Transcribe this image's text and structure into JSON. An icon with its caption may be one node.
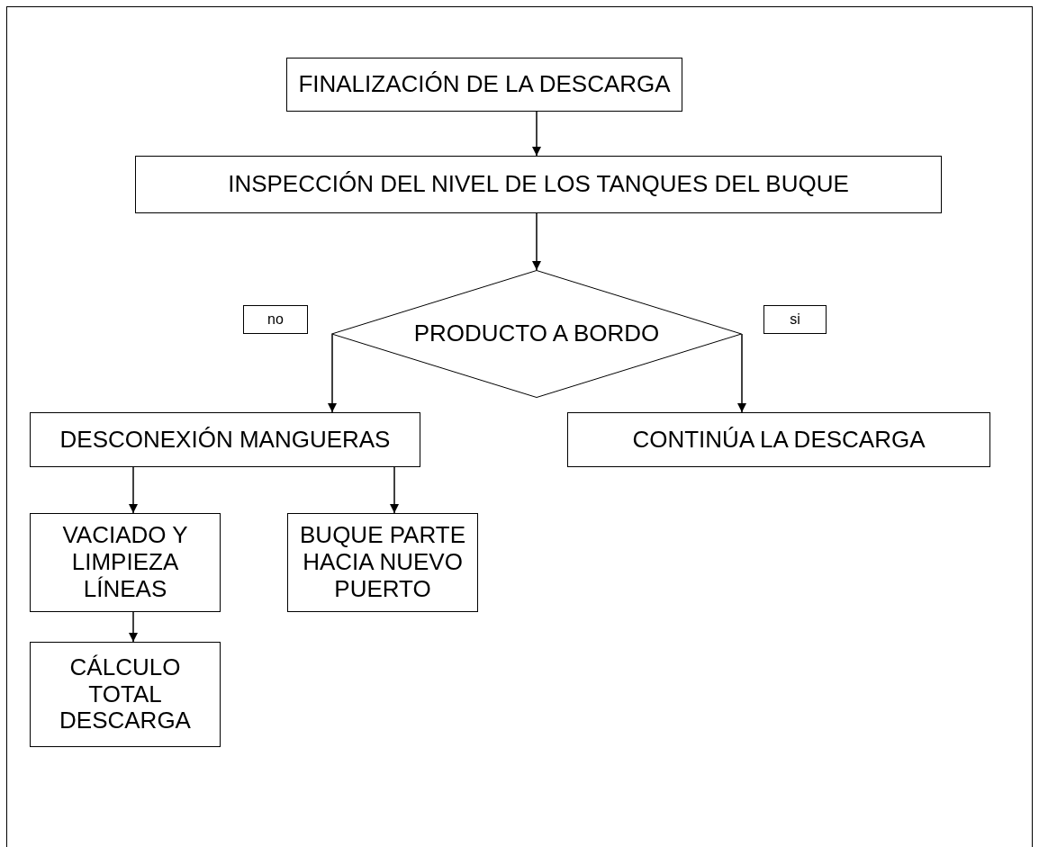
{
  "diagram": {
    "nodes": [
      {
        "text": [
          "FINALIZACIÓN DE LA DESCARGA"
        ]
      },
      {
        "text": [
          "INSPECCIÓN DEL NIVEL DE LOS TANQUES DEL BUQUE"
        ]
      },
      {
        "text": [
          "PRODUCTO A BORDO"
        ]
      },
      {
        "text": [
          "no"
        ]
      },
      {
        "text": [
          "si"
        ]
      },
      {
        "text": [
          "DESCONEXIÓN MANGUERAS"
        ]
      },
      {
        "text": [
          "CONTINÚA LA DESCARGA"
        ]
      },
      {
        "text": [
          "VACIADO Y LIMPIEZA LÍNEAS"
        ]
      },
      {
        "text": [
          "BUQUE PARTE HACIA NUEVO PUERTO"
        ]
      },
      {
        "text": [
          "CÁLCULO TOTAL DESCARGA"
        ]
      }
    ],
    "edges": [
      {
        "from": 0,
        "to": 1,
        "arrow": "to"
      },
      {
        "from": 1,
        "to": 2,
        "arrow": "to"
      },
      {
        "from": 2,
        "to": 5,
        "arrow": "to"
      },
      {
        "from": 2,
        "to": 6,
        "arrow": "to"
      },
      {
        "from": 5,
        "to": 7,
        "arrow": "to"
      },
      {
        "from": 5,
        "to": 8,
        "arrow": "to"
      },
      {
        "from": 7,
        "to": 9,
        "arrow": "to"
      }
    ]
  }
}
